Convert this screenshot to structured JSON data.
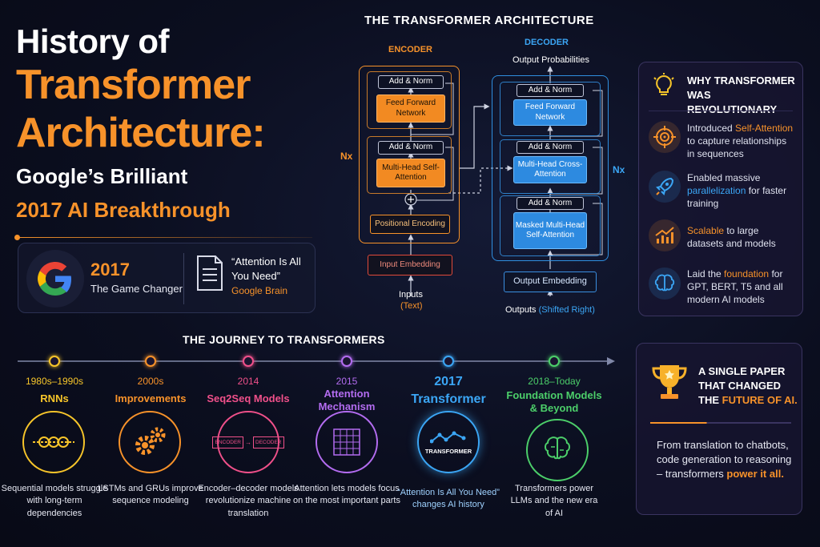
{
  "title": {
    "line1": "History of",
    "line2": "Transformer",
    "line3": "Architecture:",
    "sub1": "Google’s Brilliant",
    "sub2": "2017 AI Breakthrough"
  },
  "paper_card": {
    "year": "2017",
    "tagline": "The Game Changer",
    "quote": "“Attention Is All You Need”",
    "org": "Google Brain",
    "logo_icon": "google-g-icon",
    "doc_icon": "document-icon"
  },
  "architecture": {
    "title": "THE TRANSFORMER ARCHITECTURE",
    "encoder_label": "ENCODER",
    "decoder_label": "DECODER",
    "nx": "Nx",
    "encoder": {
      "add_norm": "Add & Norm",
      "feed_forward": "Feed Forward Network",
      "multi_head": "Multi-Head Self-Attention",
      "positional": "Positional Encoding",
      "input_embedding": "Input Embedding",
      "inputs": "Inputs",
      "inputs_sub": "(Text)"
    },
    "decoder": {
      "output_probabilities": "Output Probabilities",
      "add_norm": "Add & Norm",
      "feed_forward": "Feed Forward Network",
      "cross_attention": "Multi-Head Cross-Attention",
      "masked": "Masked Multi-Head Self-Attention",
      "output_embedding": "Output Embedding",
      "outputs": "Outputs",
      "outputs_sub": "(Shifted Right)"
    }
  },
  "why": {
    "title": "WHY TRANSFORMER WAS REVOLUTIONARY",
    "items": [
      {
        "icon": "target-icon",
        "pre": "Introduced ",
        "hl": "Self-Attention",
        "post": " to capture relationships in sequences",
        "hl_color": "orange"
      },
      {
        "icon": "rocket-icon",
        "pre": "Enabled massive ",
        "hl": "parallelization",
        "post": " for faster training",
        "hl_color": "blue"
      },
      {
        "icon": "growth-chart-icon",
        "pre": "",
        "hl": "Scalable",
        "post": " to large datasets and models",
        "hl_color": "orange"
      },
      {
        "icon": "brain-icon",
        "pre": "Laid the ",
        "hl": "foundation",
        "post": " for GPT, BERT, T5 and all modern AI models",
        "hl_color": "orange"
      }
    ]
  },
  "journey": {
    "title": "THE JOURNEY TO TRANSFORMERS",
    "eras": [
      {
        "year": "1980s–1990s",
        "name": "RNNs",
        "icon": "chain-icon",
        "desc": "Sequential models struggle with long-term dependencies",
        "color": "#f7c52a"
      },
      {
        "year": "2000s",
        "name": "Improvements",
        "icon": "gears-icon",
        "desc": "LSTMs and GRUs improve sequence modeling",
        "color": "#f7922a"
      },
      {
        "year": "2014",
        "name": "Seq2Seq Models",
        "icon": "encoder-decoder-icon",
        "desc": "Encoder–decoder models revolutionize machine translation",
        "color": "#f0508a"
      },
      {
        "year": "2015",
        "name": "Attention Mechanism",
        "icon": "grid-icon",
        "desc": "Attention lets models focus on the most important parts",
        "color": "#b36cf0"
      },
      {
        "year": "2017",
        "name": "Transformer",
        "icon": "transformer-icon",
        "desc": "“Attention Is All You Need” changes AI history",
        "color": "#3ba6f5",
        "icon_label": "TRANSFORMER"
      },
      {
        "year": "2018–Today",
        "name": "Foundation Models & Beyond",
        "icon": "brain-icon",
        "desc": "Transformers power LLMs and the new era of AI",
        "color": "#4ccf6a"
      }
    ],
    "seq2seq_labels": {
      "enc": "ENCODER",
      "dec": "DECODER"
    }
  },
  "single_paper": {
    "icon": "trophy-icon",
    "title_pre": "A SINGLE PAPER THAT CHANGED THE ",
    "title_hl": "FUTURE OF AI.",
    "text_pre": "From translation to chatbots, code generation to reasoning – transformers ",
    "text_hl": "power it all."
  }
}
